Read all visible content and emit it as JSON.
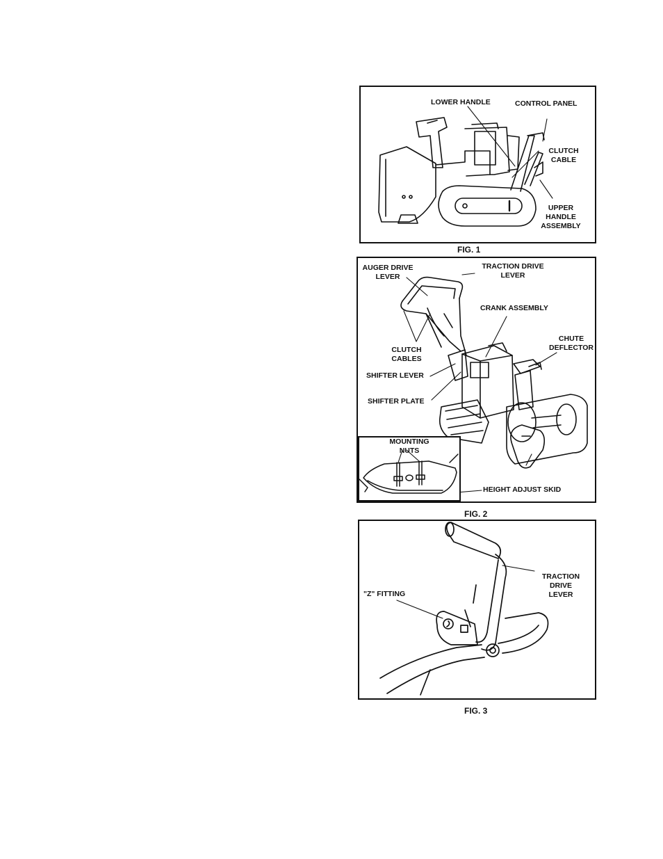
{
  "fig1": {
    "caption": "FIG. 1",
    "labels": {
      "lower_handle": "LOWER HANDLE",
      "control_panel": "CONTROL PANEL",
      "clutch_cable": [
        "CLUTCH",
        "CABLE"
      ],
      "upper_handle_assembly": [
        "UPPER",
        "HANDLE",
        "ASSEMBLY"
      ]
    }
  },
  "fig2": {
    "caption": "FIG. 2",
    "labels": {
      "auger_drive_lever": [
        "AUGER DRIVE",
        "LEVER"
      ],
      "traction_drive_lever": [
        "TRACTION DRIVE",
        "LEVER"
      ],
      "crank_assembly": "CRANK ASSEMBLY",
      "chute_deflector": [
        "CHUTE",
        "DEFLECTOR"
      ],
      "clutch_cables": [
        "CLUTCH",
        "CABLES"
      ],
      "shifter_lever": "SHIFTER LEVER",
      "shifter_plate": "SHIFTER PLATE",
      "mounting_nuts": [
        "MOUNTING",
        "NUTS"
      ],
      "height_adjust_skid": "HEIGHT ADJUST SKID"
    }
  },
  "fig3": {
    "caption": "FIG. 3",
    "labels": {
      "traction_drive_lever": [
        "TRACTION",
        "DRIVE",
        "LEVER"
      ],
      "z_fitting": "\"Z\" FITTING"
    }
  }
}
